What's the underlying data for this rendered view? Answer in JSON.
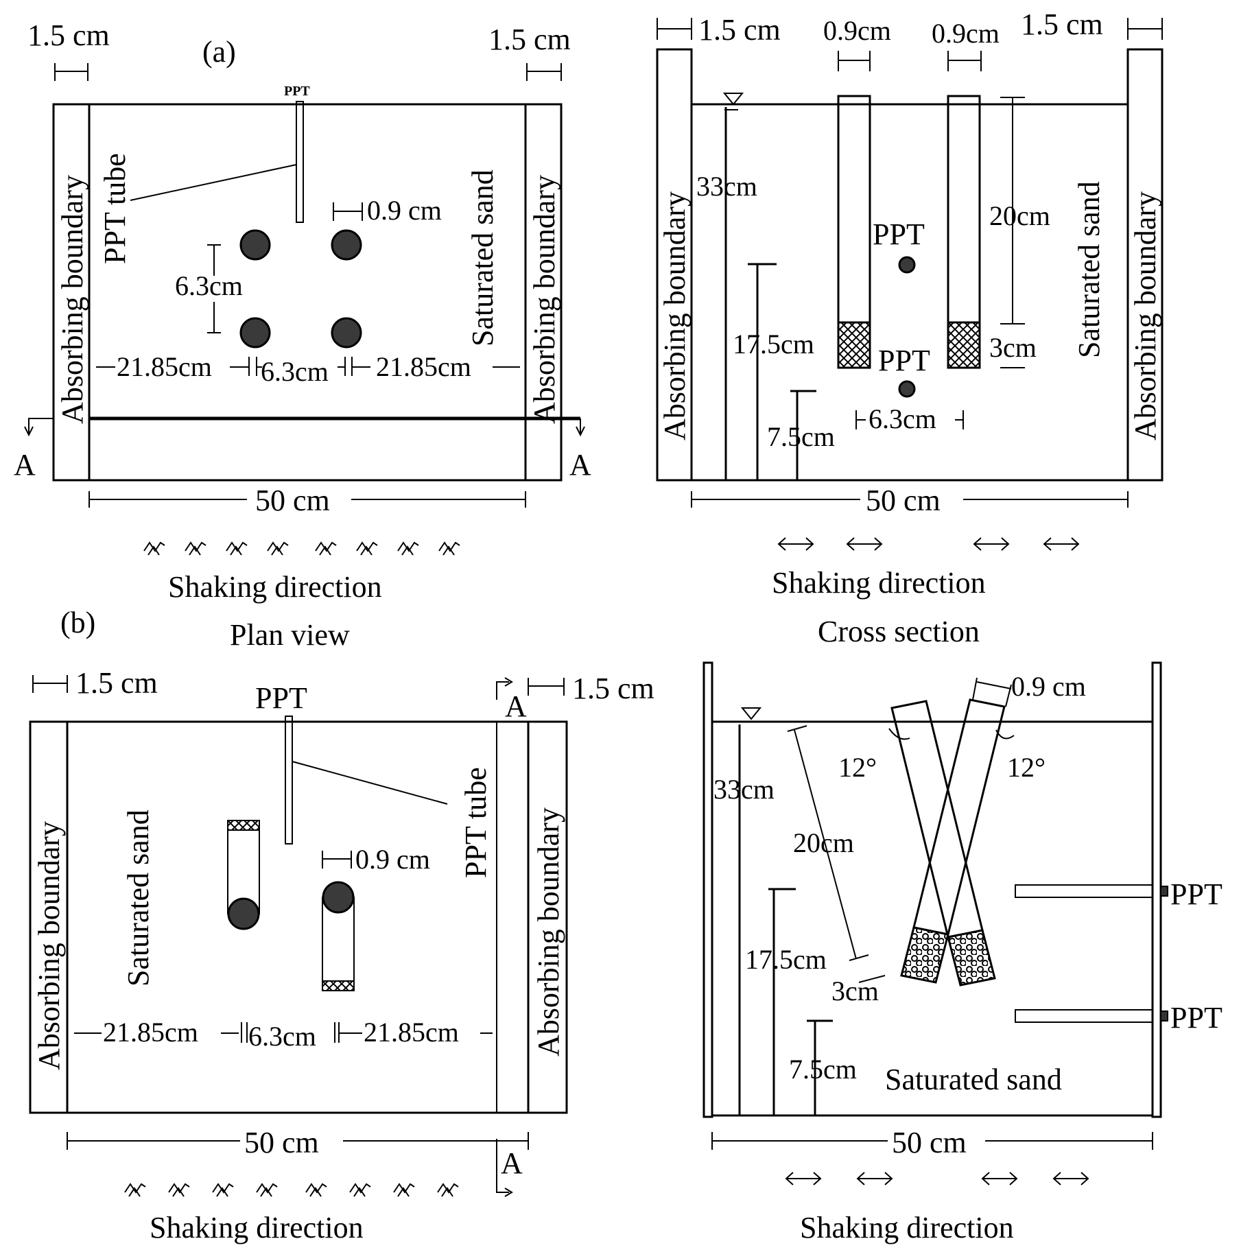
{
  "panel_a": {
    "tag": "(a)",
    "plan": {
      "dim_left": "1.5 cm",
      "dim_right": "1.5 cm",
      "ppt_top": "PPT",
      "ppt_tube": "PPT tube",
      "sand": "Saturated sand",
      "boundary_left": "Absorbing boundary",
      "boundary_right": "Absorbing boundary",
      "pile_dia": "0.9 cm",
      "spacing_vertical": "6.3cm",
      "gap_left": "21.85cm",
      "spacing_mid": "6.3cm",
      "gap_right": "21.85cm",
      "section_left": "A",
      "section_right": "A",
      "width": "50 cm",
      "shaking": "Shaking direction",
      "caption": "Plan view"
    },
    "section": {
      "dim_left": "1.5 cm",
      "pile1_dia": "0.9cm",
      "pile2_dia": "0.9cm",
      "dim_right": "1.5 cm",
      "boundary_left": "Absorbing boundary",
      "boundary_right": "Absorbing boundary",
      "depth": "33cm",
      "ppt_upper": "PPT",
      "ppt_lower": "PPT",
      "pile_length": "20cm",
      "sand": "Saturated sand",
      "ppt_upper_height": "17.5cm",
      "plug": "3cm",
      "ppt_lower_height": "7.5cm",
      "pile_spacing": "6.3cm",
      "width": "50 cm",
      "shaking": "Shaking direction",
      "caption": "Cross section"
    }
  },
  "panel_b": {
    "tag": "(b)",
    "plan": {
      "dim_left": "1.5 cm",
      "ppt_top": "PPT",
      "section_top": "A",
      "dim_right": "1.5 cm",
      "sand": "Saturated sand",
      "ppt_tube": "PPT tube",
      "boundary_left": "Absorbing boundary",
      "boundary_right": "Absorbing boundary",
      "pile_dia": "0.9 cm",
      "gap_left": "21.85cm",
      "spacing_mid": "6.3cm",
      "gap_right": "21.85cm",
      "width": "50 cm",
      "section_bottom": "A",
      "shaking": "Shaking direction"
    },
    "section": {
      "pile_dia": "0.9 cm",
      "depth": "33cm",
      "angle_left": "12°",
      "angle_right": "12°",
      "pile_length": "20cm",
      "ppt_upper": "PPT",
      "ppt_upper_height": "17.5cm",
      "plug": "3cm",
      "ppt_lower": "PPT",
      "ppt_lower_height": "7.5cm",
      "sand": "Saturated sand",
      "width": "50 cm",
      "shaking": "Shaking direction"
    }
  }
}
